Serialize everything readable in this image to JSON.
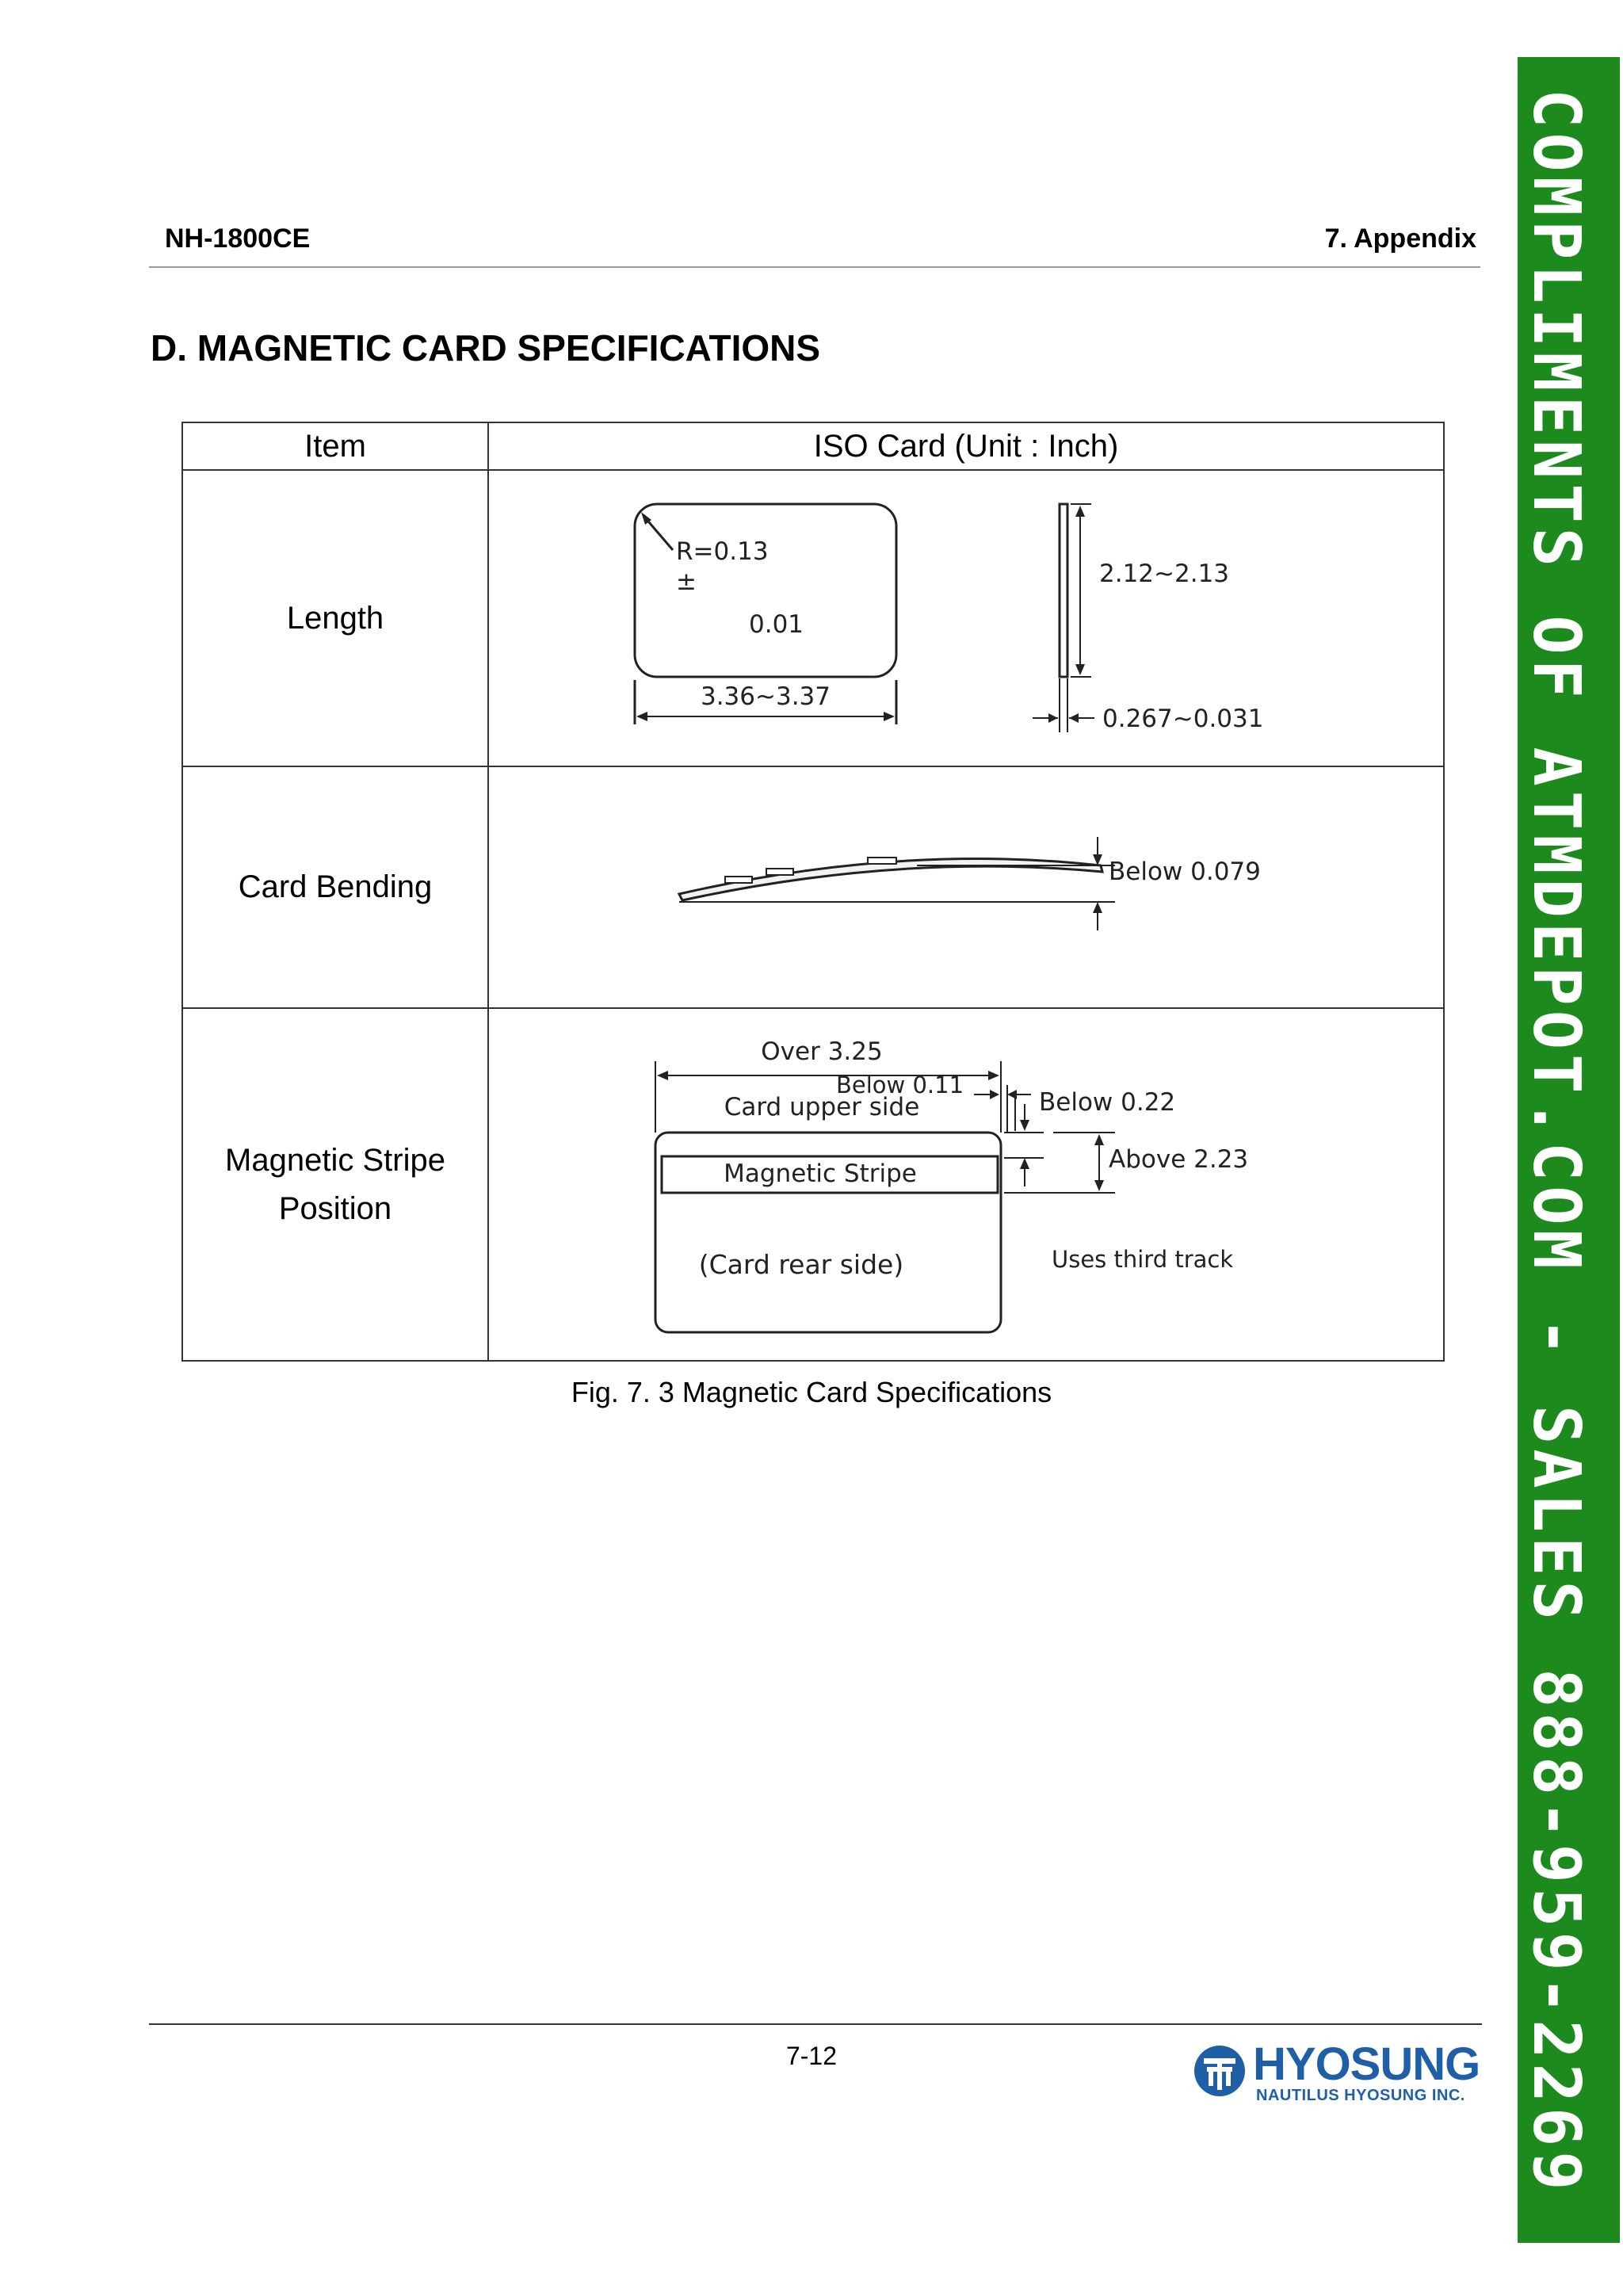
{
  "header": {
    "model": "NH-1800CE",
    "chapter": "7. Appendix"
  },
  "section_title": "D. MAGNETIC CARD SPECIFICATIONS",
  "table": {
    "headers": {
      "item": "Item",
      "spec": "ISO Card (Unit : Inch)"
    },
    "rows": [
      {
        "item": "Length"
      },
      {
        "item": "Card Bending"
      },
      {
        "item_line1": "Magnetic Stripe",
        "item_line2": "Position"
      }
    ]
  },
  "diagrams": {
    "length": {
      "radius": "R=0.13",
      "plusminus": "±",
      "tolerance": "0.01",
      "width": "3.36~3.37",
      "height": "2.12~2.13",
      "thickness": "0.267~0.031"
    },
    "bending": {
      "limit": "Below 0.079"
    },
    "stripe": {
      "over": "Over 3.25",
      "below_small": "Below 0.11",
      "upper_side": "Card upper side",
      "below_large": "Below  0.22",
      "above": "Above 2.23",
      "stripe_label": "Magnetic Stripe",
      "rear_side": "(Card rear side)",
      "track": "Uses third track"
    }
  },
  "caption": "Fig. 7. 3 Magnetic Card Specifications",
  "footer": {
    "page": "7-12",
    "logo_name": "HYOSUNG",
    "logo_sub": "NAUTILUS HYOSUNG INC."
  },
  "banner": {
    "text": "COMPLIMENTS OF ATMDEPOT.COM - SALES 888-959-2269"
  },
  "colors": {
    "banner_green": "#1d8a1d",
    "logo_blue": "#1f5fa8"
  }
}
